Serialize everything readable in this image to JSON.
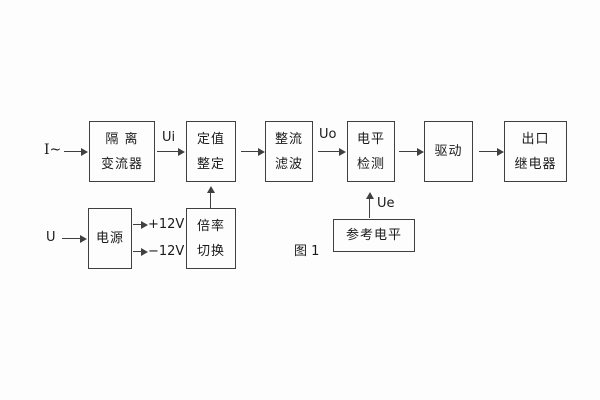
{
  "figure": {
    "caption": "图 1"
  },
  "colors": {
    "line": "#404040",
    "text": "#1a1a1a",
    "background": "#fdfdfd"
  },
  "boxes": [
    {
      "name": "isolation-transformer",
      "lines": [
        "隔 离",
        "变流器"
      ]
    },
    {
      "name": "setting-adjustment",
      "lines": [
        "定值",
        "整定"
      ]
    },
    {
      "name": "rectifier-filter",
      "lines": [
        "整流",
        "滤波"
      ]
    },
    {
      "name": "level-detection",
      "lines": [
        "电平",
        "检测"
      ]
    },
    {
      "name": "driver",
      "lines": [
        "驱动"
      ]
    },
    {
      "name": "output-relay",
      "lines": [
        "出口",
        "继电器"
      ]
    },
    {
      "name": "power-supply",
      "lines": [
        "电源"
      ]
    },
    {
      "name": "ratio-switching",
      "lines": [
        "倍率",
        "切换"
      ]
    },
    {
      "name": "reference-level",
      "lines": [
        "参考电平"
      ]
    }
  ],
  "labels": {
    "input_current": "I~",
    "input_voltage": "U",
    "ui": "Ui",
    "uo": "Uo",
    "ue": "Ue",
    "rail_pos": "+12V",
    "rail_neg": "−12V"
  },
  "connections": [
    {
      "from": "input-current",
      "to": "isolation-transformer"
    },
    {
      "from": "isolation-transformer",
      "to": "setting-adjustment",
      "signal": "Ui"
    },
    {
      "from": "setting-adjustment",
      "to": "rectifier-filter"
    },
    {
      "from": "rectifier-filter",
      "to": "level-detection",
      "signal": "Uo"
    },
    {
      "from": "level-detection",
      "to": "driver"
    },
    {
      "from": "driver",
      "to": "output-relay"
    },
    {
      "from": "input-voltage",
      "to": "power-supply"
    },
    {
      "from": "power-supply",
      "to": "+12V rail"
    },
    {
      "from": "power-supply",
      "to": "−12V rail"
    },
    {
      "from": "ratio-switching",
      "to": "setting-adjustment"
    },
    {
      "from": "reference-level",
      "to": "level-detection",
      "signal": "Ue"
    }
  ]
}
